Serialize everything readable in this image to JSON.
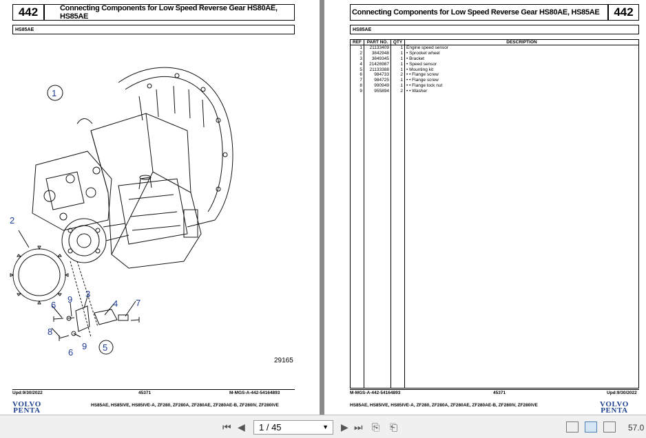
{
  "left_page": {
    "page_number": "442",
    "title": "Connecting Components for Low Speed Reverse Gear HS80AE, HS85AE",
    "model": "HS85AE",
    "figure_number": "29165",
    "callouts": [
      "1",
      "2",
      "3",
      "4",
      "5",
      "6",
      "6",
      "7",
      "8",
      "9",
      "9"
    ],
    "footer": {
      "date": "Upd:9/30/2022",
      "doc_id": "45371",
      "ref_code": "M-MGS-A-442-54164893",
      "models": "HS85AE, HS85IVE, HS85IVE-A, ZF280, ZF280A, ZF280AE, ZF280AE-B, ZF280IV, ZF280IVE"
    },
    "logo_line1": "VOLVO",
    "logo_line2": "PENTA"
  },
  "right_page": {
    "page_number": "442",
    "title": "Connecting Components for Low Speed Reverse Gear HS80AE, HS85AE",
    "model": "HS85AE",
    "table": {
      "headers": [
        "REF",
        "PART NO.",
        "QTY",
        "DESCRIPTION"
      ],
      "rows": [
        {
          "ref": "1",
          "part": "21133409",
          "qty": "1",
          "desc": "Engine speed sensor"
        },
        {
          "ref": "2",
          "part": "3842948",
          "qty": "1",
          "desc": "• Sprocket wheel"
        },
        {
          "ref": "3",
          "part": "3849345",
          "qty": "1",
          "desc": "• Bracket"
        },
        {
          "ref": "4",
          "part": "21426987",
          "qty": "1",
          "desc": "• Speed sensor"
        },
        {
          "ref": "5",
          "part": "21133388",
          "qty": "1",
          "desc": "• Mounting kit"
        },
        {
          "ref": "6",
          "part": "984733",
          "qty": "2",
          "desc": "• • Flange screw"
        },
        {
          "ref": "7",
          "part": "984725",
          "qty": "1",
          "desc": "• • Flange screw"
        },
        {
          "ref": "8",
          "part": "990949",
          "qty": "1",
          "desc": "• • Flange lock nut"
        },
        {
          "ref": "9",
          "part": "955894",
          "qty": "2",
          "desc": "• • Washer"
        }
      ]
    },
    "footer": {
      "ref_code": "M-MGS-A-442-54164893",
      "doc_id": "45371",
      "date": "Upd:9/30/2022",
      "models": "HS85AE, HS85IVE, HS85IVE-A, ZF280, ZF280A, ZF280AE, ZF280AE-B, ZF280IV, ZF280IVE"
    },
    "logo_line1": "VOLVO",
    "logo_line2": "PENTA"
  },
  "toolbar": {
    "page_indicator": "1 / 45",
    "zoom": "57.0",
    "icons": [
      "first-page-icon",
      "prev-page-icon",
      "next-page-icon",
      "last-page-icon",
      "go-back-icon",
      "go-forward-icon",
      "single-page-icon",
      "two-page-icon",
      "continuous-icon"
    ]
  },
  "colors": {
    "callout_blue": "#1f3a9a",
    "logo_blue": "#1b3f8f",
    "viewer_bg": "#8a8a8a"
  }
}
